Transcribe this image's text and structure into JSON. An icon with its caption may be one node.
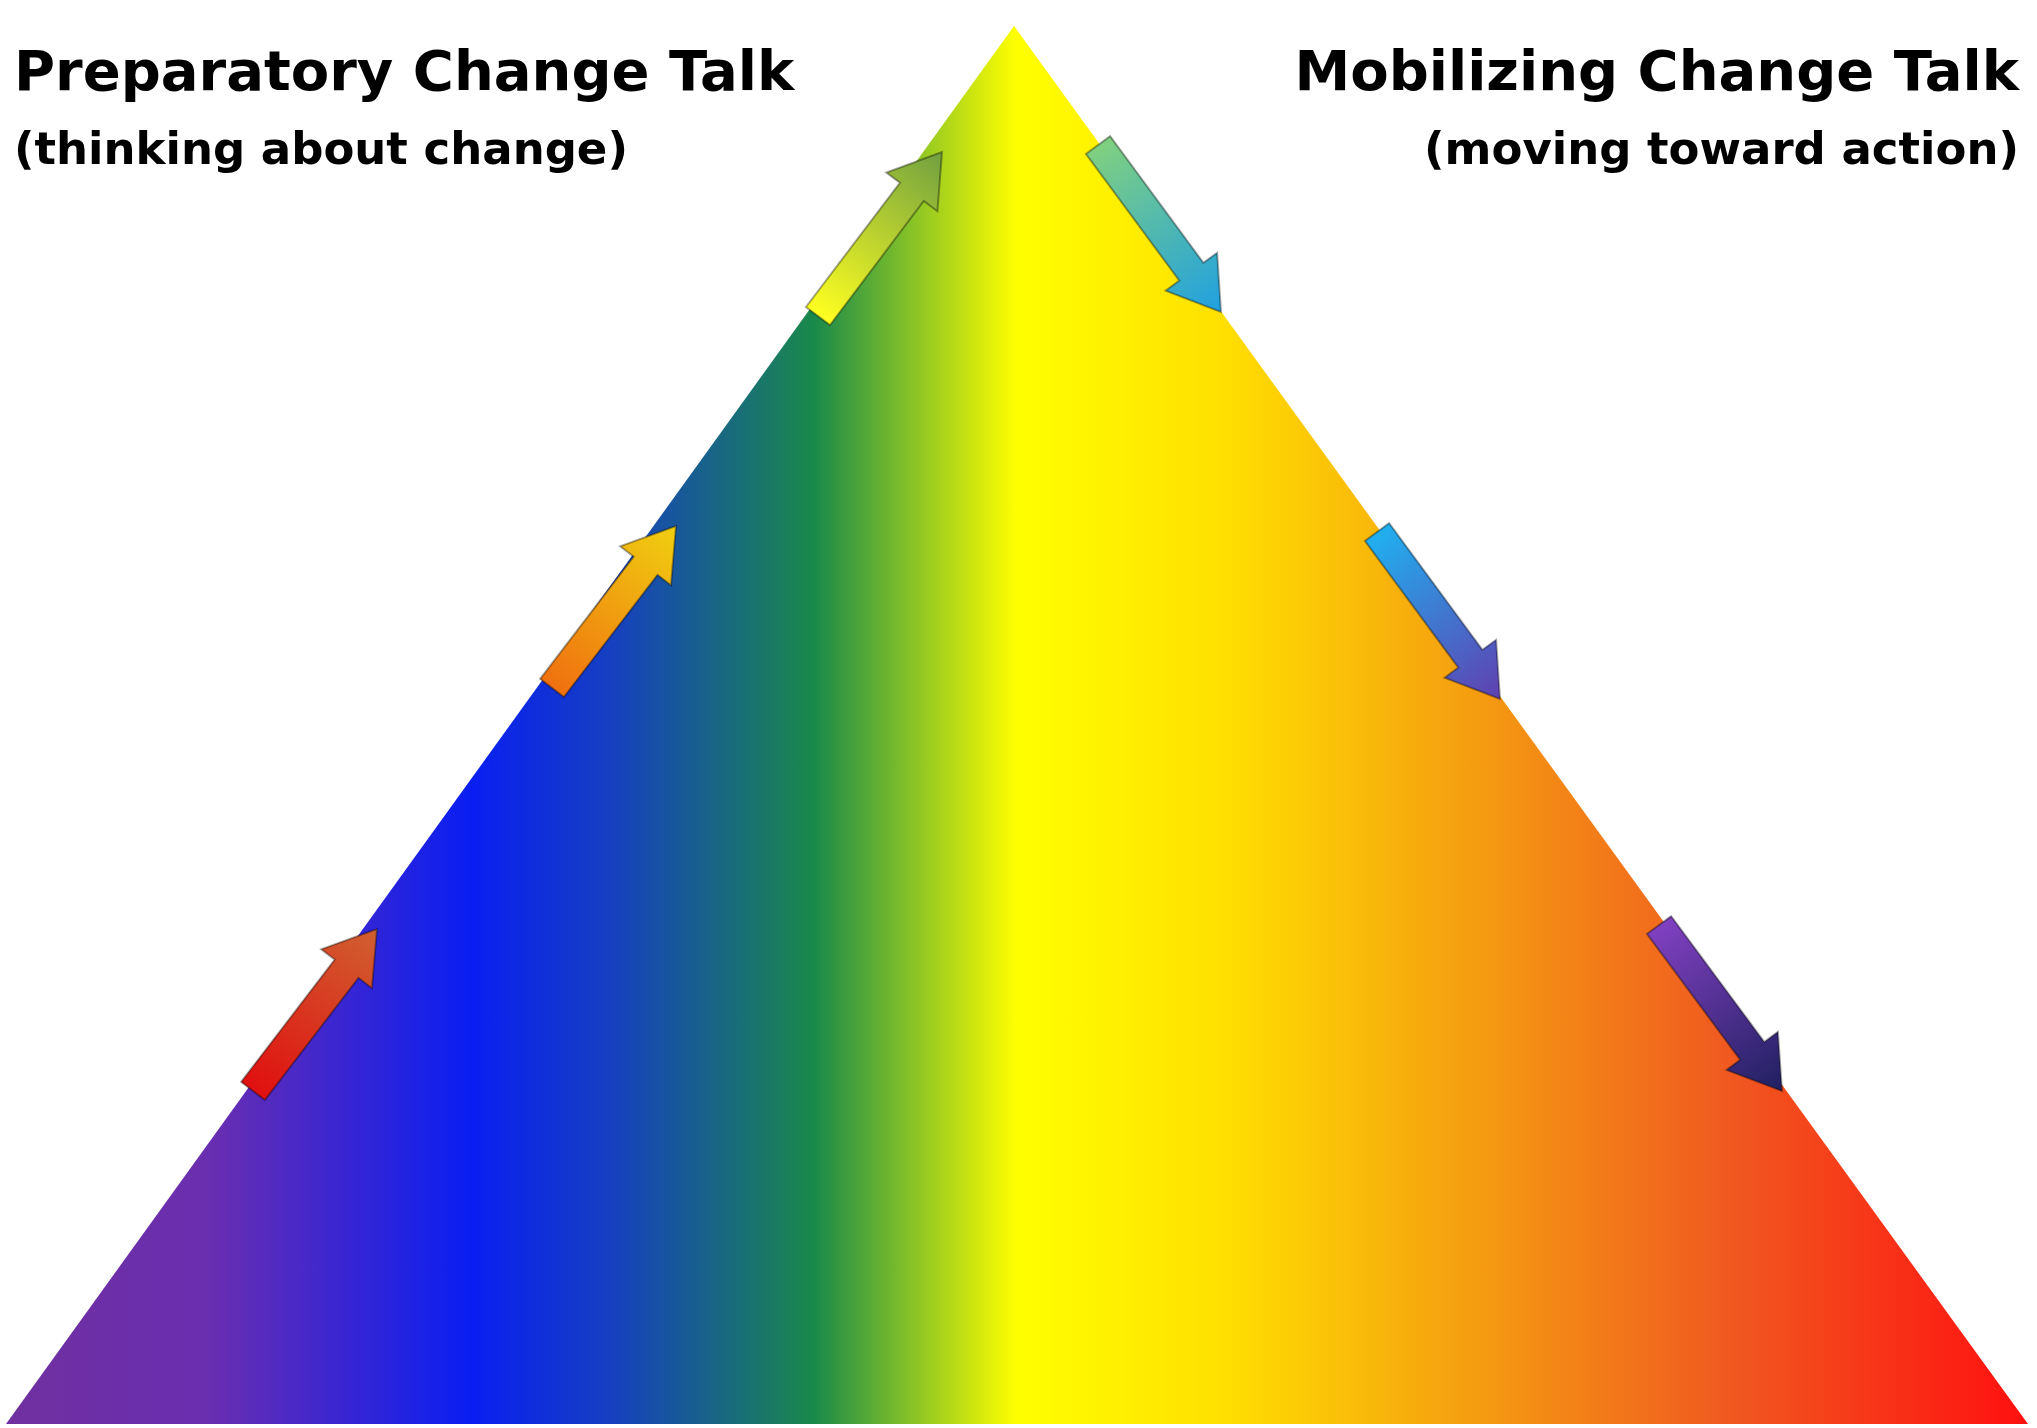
{
  "diagram": {
    "labels": [
      "Preparatory Change Talk",
      "(thinking about change)",
      "Mobilizing Change Talk",
      "(moving toward action)"
    ]
  }
}
